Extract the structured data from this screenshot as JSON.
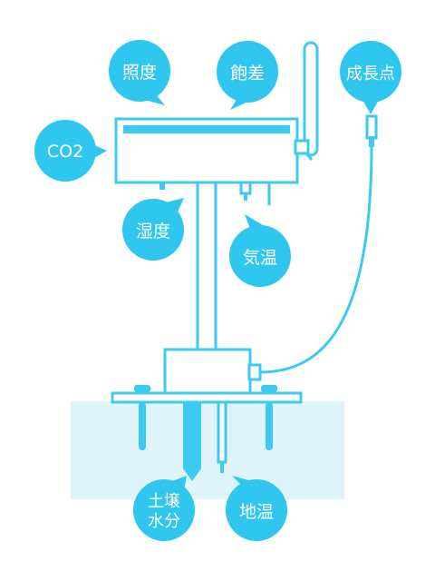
{
  "colors": {
    "primary": "#2fc6ef",
    "outline": "#3ccaf1",
    "ground": "#dff3fa",
    "white": "#ffffff",
    "bubble_text": "#ffffff"
  },
  "labels": {
    "illuminance": "照度",
    "saturation_deficit": "飽差",
    "growing_point": "成長点",
    "co2": "CO2",
    "humidity": "湿度",
    "air_temp": "気温",
    "soil_moisture_line1": "土壌",
    "soil_moisture_line2": "水分",
    "soil_temp": "地温"
  },
  "icons": {
    "antenna": "antenna-icon",
    "sensor_probe": "probe-icon"
  }
}
